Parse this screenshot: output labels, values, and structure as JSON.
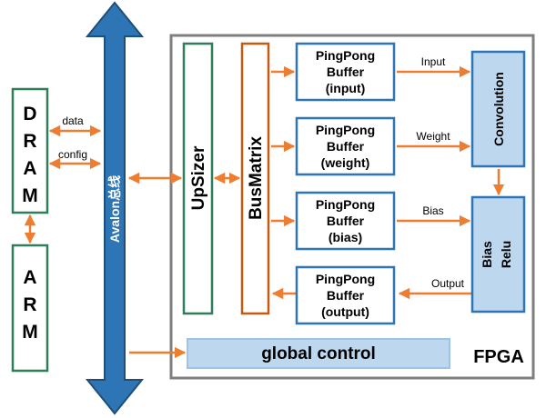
{
  "colors": {
    "arrow": "#ed7d31",
    "green_border": "#2e7d5b",
    "orange_border": "#c55a11",
    "blue_border": "#2e75b6",
    "blue_fill": "#bdd7ee",
    "bus_fill": "#2e75b6",
    "bus_stroke": "#1f4e79",
    "fpga_border": "#7f7f7f",
    "global_fill": "#bdd7ee",
    "global_border": "#9dc3e6"
  },
  "dram": {
    "letters": [
      "D",
      "R",
      "A",
      "M"
    ]
  },
  "arm": {
    "letters": [
      "A",
      "R",
      "M"
    ]
  },
  "links": {
    "data": "data",
    "config": "config"
  },
  "bus": {
    "label": "Avalon总线"
  },
  "upsizer": {
    "label": "UpSizer"
  },
  "busmatrix": {
    "label": "BusMatrix"
  },
  "buffers": [
    {
      "line1": "PingPong",
      "line2": "Buffer",
      "line3": "(input)",
      "arrow_label": "Input"
    },
    {
      "line1": "PingPong",
      "line2": "Buffer",
      "line3": "(weight)",
      "arrow_label": "Weight"
    },
    {
      "line1": "PingPong",
      "line2": "Buffer",
      "line3": "(bias)",
      "arrow_label": "Bias"
    },
    {
      "line1": "PingPong",
      "line2": "Buffer",
      "line3": "(output)",
      "arrow_label": "Output"
    }
  ],
  "convolution": {
    "label": "Convolution"
  },
  "bias_relu": {
    "line1": "Bias",
    "line2": "Relu"
  },
  "global_control": {
    "label": "global control"
  },
  "fpga": {
    "label": "FPGA"
  }
}
